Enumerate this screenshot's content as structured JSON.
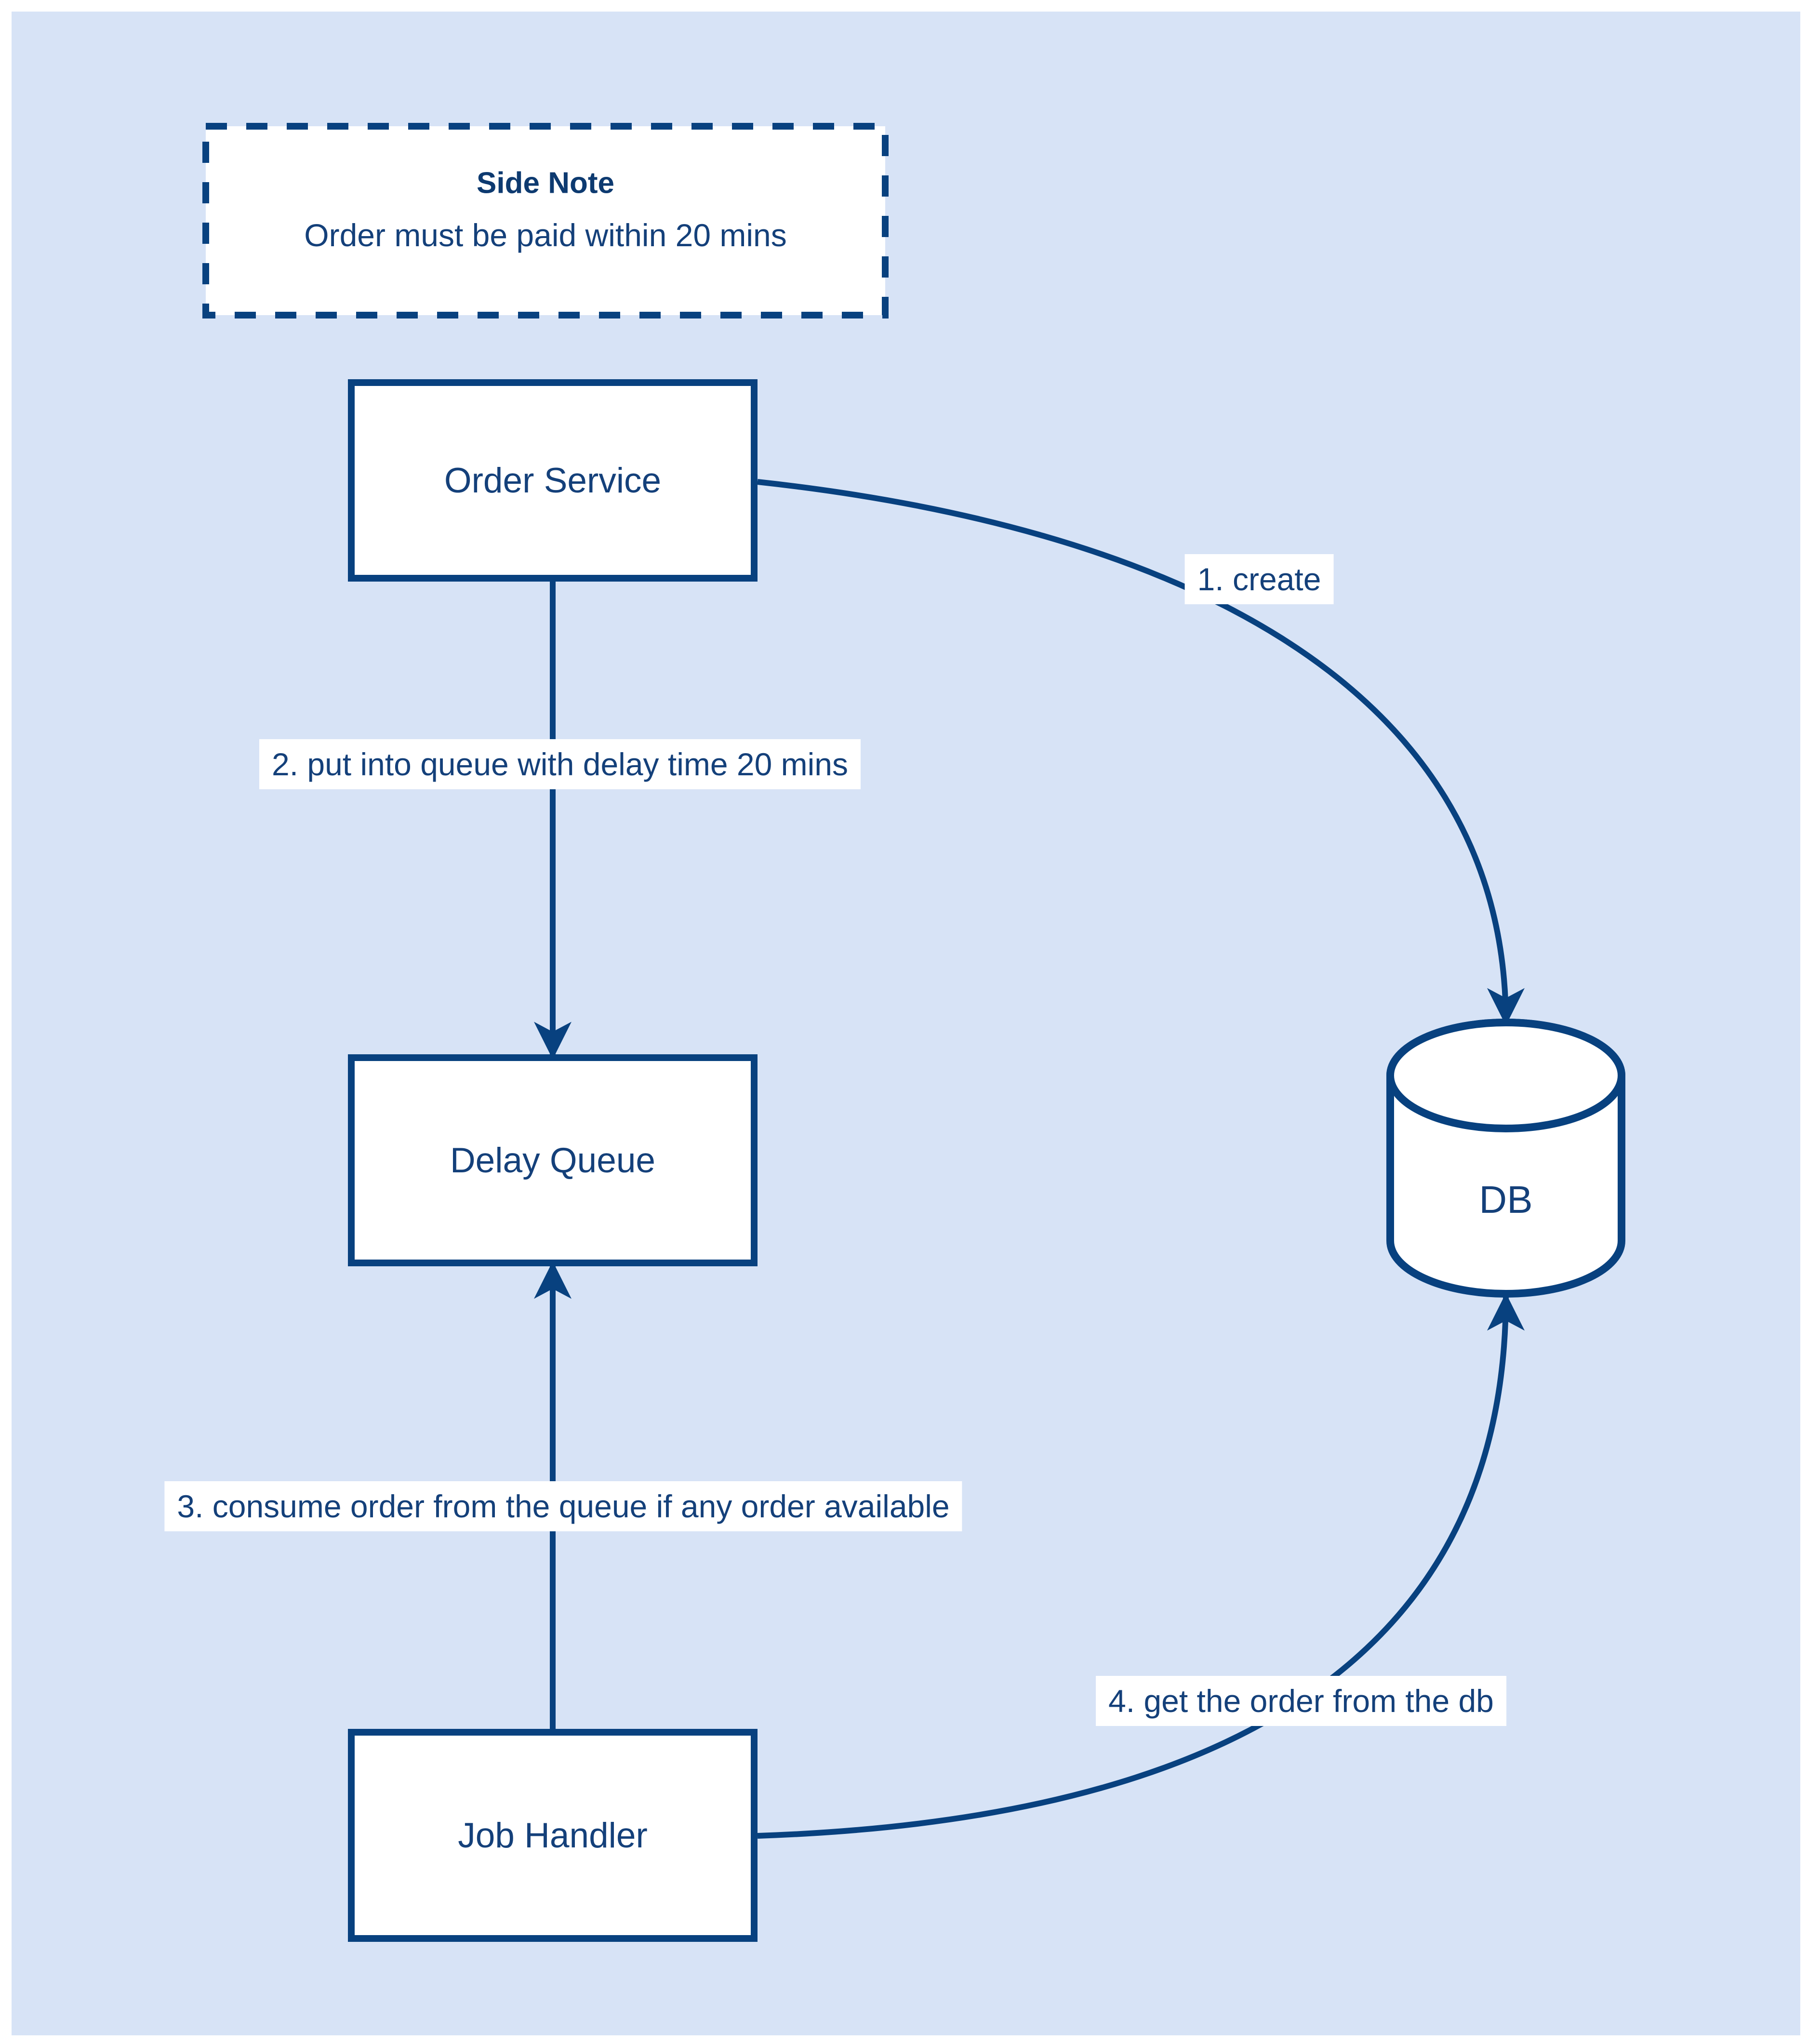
{
  "page": {
    "background": "#ffffff",
    "panel_background": "#d7e3f6"
  },
  "colors": {
    "stroke": "#08417f",
    "text": "#14407a",
    "node_fill": "#ffffff"
  },
  "side_note": {
    "title": "Side Note",
    "body": "Order must be paid within 20 mins"
  },
  "nodes": {
    "order_service": {
      "label": "Order Service",
      "shape": "rectangle"
    },
    "delay_queue": {
      "label": "Delay Queue",
      "shape": "rectangle"
    },
    "job_handler": {
      "label": "Job Handler",
      "shape": "rectangle"
    },
    "db": {
      "label": "DB",
      "shape": "cylinder"
    }
  },
  "edges": {
    "e1": {
      "label": "1. create",
      "from": "order_service",
      "to": "db"
    },
    "e2": {
      "label": "2. put into queue with delay time 20 mins",
      "from": "order_service",
      "to": "delay_queue"
    },
    "e3": {
      "label": "3. consume order from the queue if any order available",
      "from": "job_handler",
      "to": "delay_queue"
    },
    "e4": {
      "label": "4. get the order from the db",
      "from": "job_handler",
      "to": "db"
    }
  }
}
